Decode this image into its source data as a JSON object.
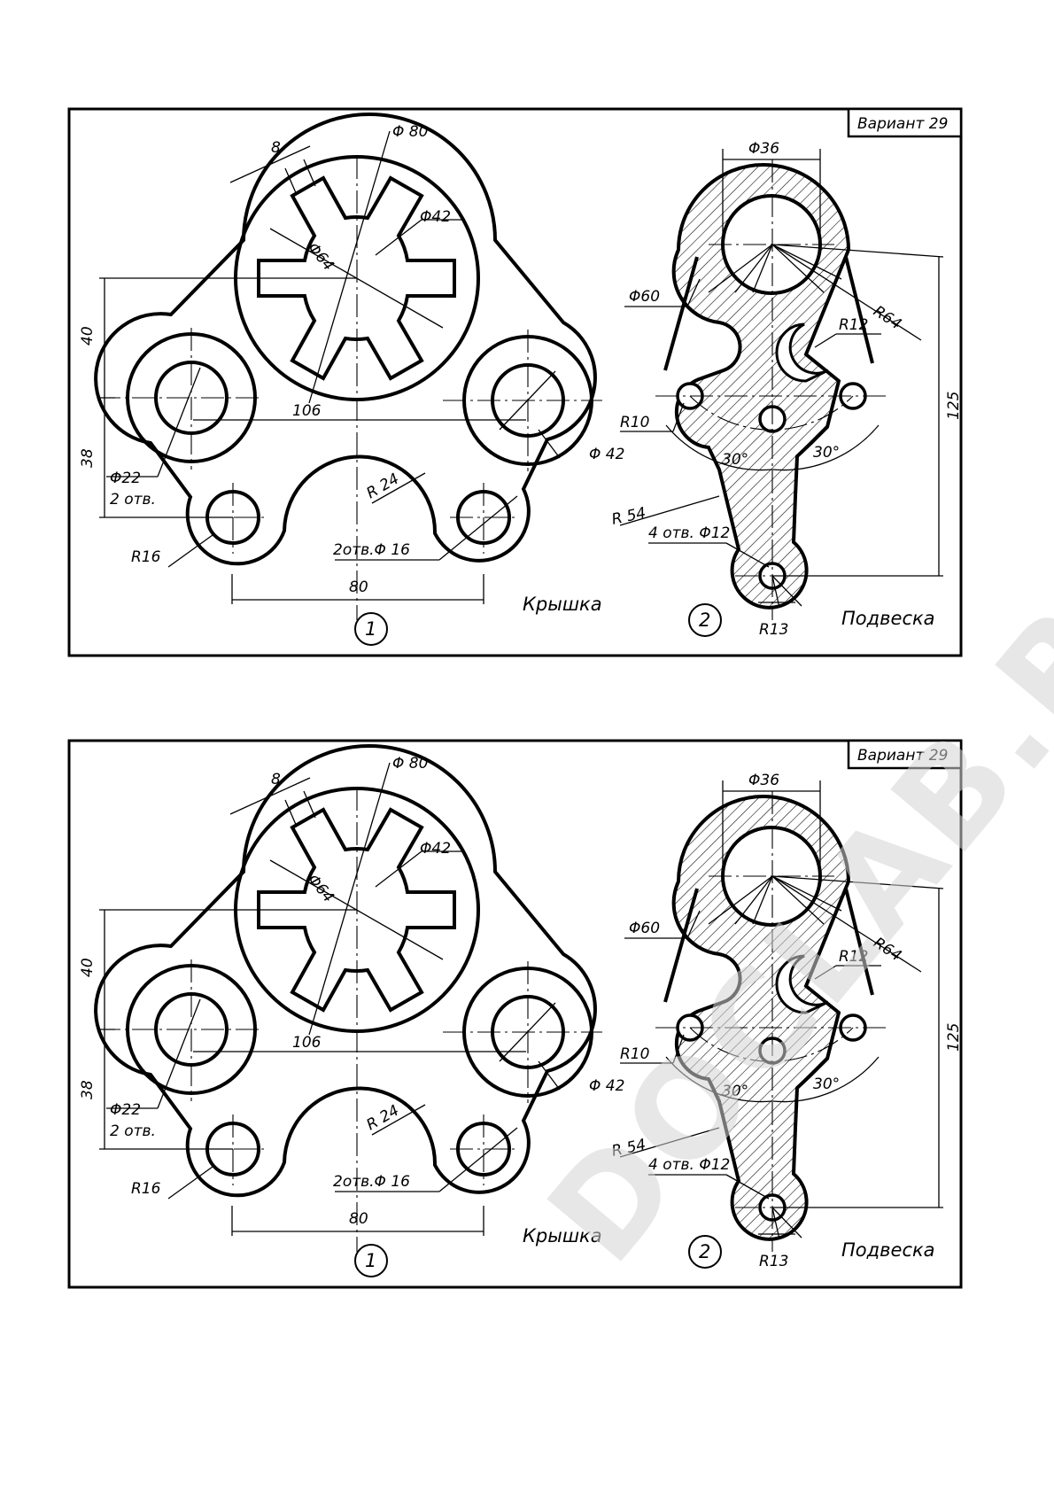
{
  "sheets": [
    {
      "variant": "Вариант 29",
      "part1": {
        "number": "1",
        "name": "Крышка",
        "dims": {
          "d80": "Φ 80",
          "w8": "8",
          "d42": "Φ42",
          "d64": "Φ64",
          "v40": "40",
          "v38": "38",
          "h106": "106",
          "d42b": "Φ 42",
          "d22": "Φ22",
          "holes2": "2 отв.",
          "r24": "R 24",
          "r16": "R16",
          "holes16": "2отв.Φ 16",
          "h80": "80"
        }
      },
      "part2": {
        "number": "2",
        "name": "Подвеска",
        "dims": {
          "d36": "Φ36",
          "d60": "Φ60",
          "r64": "R64",
          "r12": "R12",
          "r10": "R10",
          "a30l": "30°",
          "a30r": "30°",
          "v125": "125",
          "r54": "R 54",
          "holes12": "4 отв. Φ12",
          "r13": "R13"
        }
      }
    },
    {
      "variant": "Вариант 29",
      "part1": {
        "number": "1",
        "name": "Крышка",
        "dims": {
          "d80": "Φ 80",
          "w8": "8",
          "d42": "Φ42",
          "d64": "Φ64",
          "v40": "40",
          "v38": "38",
          "h106": "106",
          "d42b": "Φ 42",
          "d22": "Φ22",
          "holes2": "2 отв.",
          "r24": "R 24",
          "r16": "R16",
          "holes16": "2отв.Φ 16",
          "h80": "80"
        }
      },
      "part2": {
        "number": "2",
        "name": "Подвеска",
        "dims": {
          "d36": "Φ36",
          "d60": "Φ60",
          "r64": "R64",
          "r12": "R12",
          "r10": "R10",
          "a30l": "30°",
          "a30r": "30°",
          "v125": "125",
          "r54": "R 54",
          "holes12": "4 отв. Φ12",
          "r13": "R13"
        }
      }
    }
  ],
  "watermark": "DOCLAB.RU"
}
